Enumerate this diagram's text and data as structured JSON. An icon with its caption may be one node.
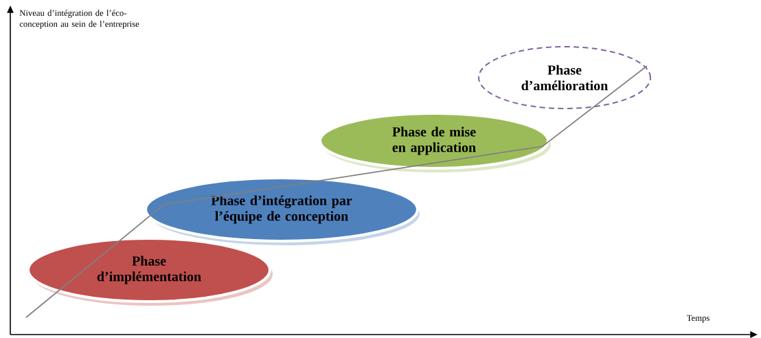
{
  "diagram": {
    "nodes": [
      {
        "text": [
          "Phase d’implémentation"
        ]
      },
      {
        "text": [
          "Phase d’intégration par l’équipe de conception"
        ]
      },
      {
        "text": [
          "Phase de mise en application"
        ]
      },
      {
        "text": [
          "Phase d’amélioration"
        ]
      }
    ],
    "labels": [
      "Niveau d’intégration de l’éco-conception au sein de l’entreprise",
      "Temps"
    ]
  }
}
